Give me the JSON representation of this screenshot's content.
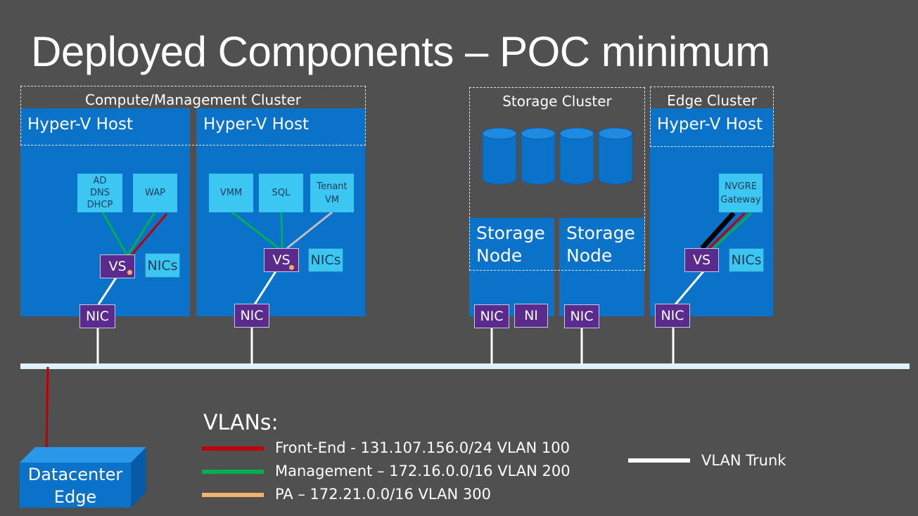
{
  "title": "Deployed Components – POC minimum",
  "clusters": {
    "compute": "Compute/Management Cluster",
    "storage": "Storage Cluster",
    "edge": "Edge Cluster"
  },
  "hosts": {
    "host1_title": "Hyper-V Host",
    "host2_title": "Hyper-V Host",
    "host3_title": "Hyper-V Host"
  },
  "vms": {
    "ad_dns_dhcp": "AD\nDNS\nDHCP",
    "wap": "WAP",
    "vmm": "VMM",
    "sql": "SQL",
    "tenant_vm": "Tenant\nVM",
    "nvgre_gateway": "NVGRE\nGateway"
  },
  "switches": {
    "vs1": "VS",
    "vs2": "VS",
    "vs3": "VS"
  },
  "nics": {
    "nics1": "NICs",
    "nics2": "NICs",
    "nics3": "NICs",
    "nic1": "NIC",
    "nic2": "NIC",
    "nic3": "NIC",
    "nic3b": "NI",
    "nic4": "NIC",
    "nic5": "NIC"
  },
  "storage_nodes": {
    "node1": "Storage\nNode",
    "node2": "Storage\nNode"
  },
  "datacenter_edge": "Datacenter\nEdge",
  "legend": {
    "heading": "VLANs:",
    "items": [
      {
        "label": "Front-End - 131.107.156.0/24  VLAN 100",
        "color": "#c00000"
      },
      {
        "label": "Management – 172.16.0.0/16   VLAN 200",
        "color": "#00b050"
      },
      {
        "label": "PA – 172.21.0.0/16 VLAN 300",
        "color": "#f4b36a"
      }
    ],
    "trunk": {
      "label": "VLAN Trunk",
      "color": "#ffffff"
    }
  },
  "colors": {
    "background": "#505050",
    "host_blue": "#0b72c9",
    "vm_cyan": "#3cc6f2",
    "switch_purple": "#5a2a8c",
    "trunk_bar": "#dff2fb",
    "front_end_red": "#c00000",
    "management_green": "#00b050",
    "pa_orange": "#f4b36a",
    "tenant_gray": "#bfbfbf"
  }
}
